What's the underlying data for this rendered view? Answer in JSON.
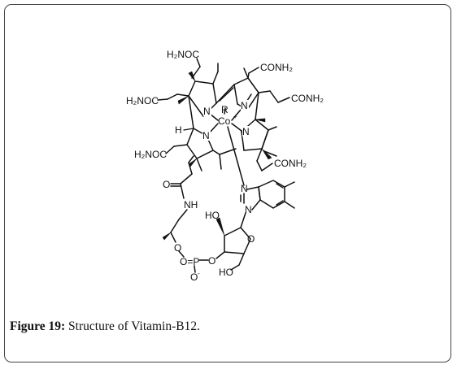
{
  "figure": {
    "caption_label": "Figure 19:",
    "caption_text": "Structure of Vitamin-B12."
  },
  "structure": {
    "groups": {
      "h2noc_top": "H₂NOC",
      "h2noc_left": "H₂NOC",
      "h2noc_bottom": "H₂NOC",
      "conh2_top": "CONH₂",
      "conh2_right": "CONH₂",
      "conh2_bottom": "CONH₂"
    },
    "atoms": {
      "cobalt": "Co",
      "cobalt_charge": "+",
      "ligand_r": "R",
      "nitrogen": "N",
      "hydrogen": "H",
      "nh": "NH",
      "oxygen": "O",
      "phosphorus": "P",
      "phosphate_o_minus": "O",
      "phosphate_charge": "-",
      "hydroxyl": "HO",
      "p_double_o": "O=P",
      "ring_o": "O"
    }
  }
}
